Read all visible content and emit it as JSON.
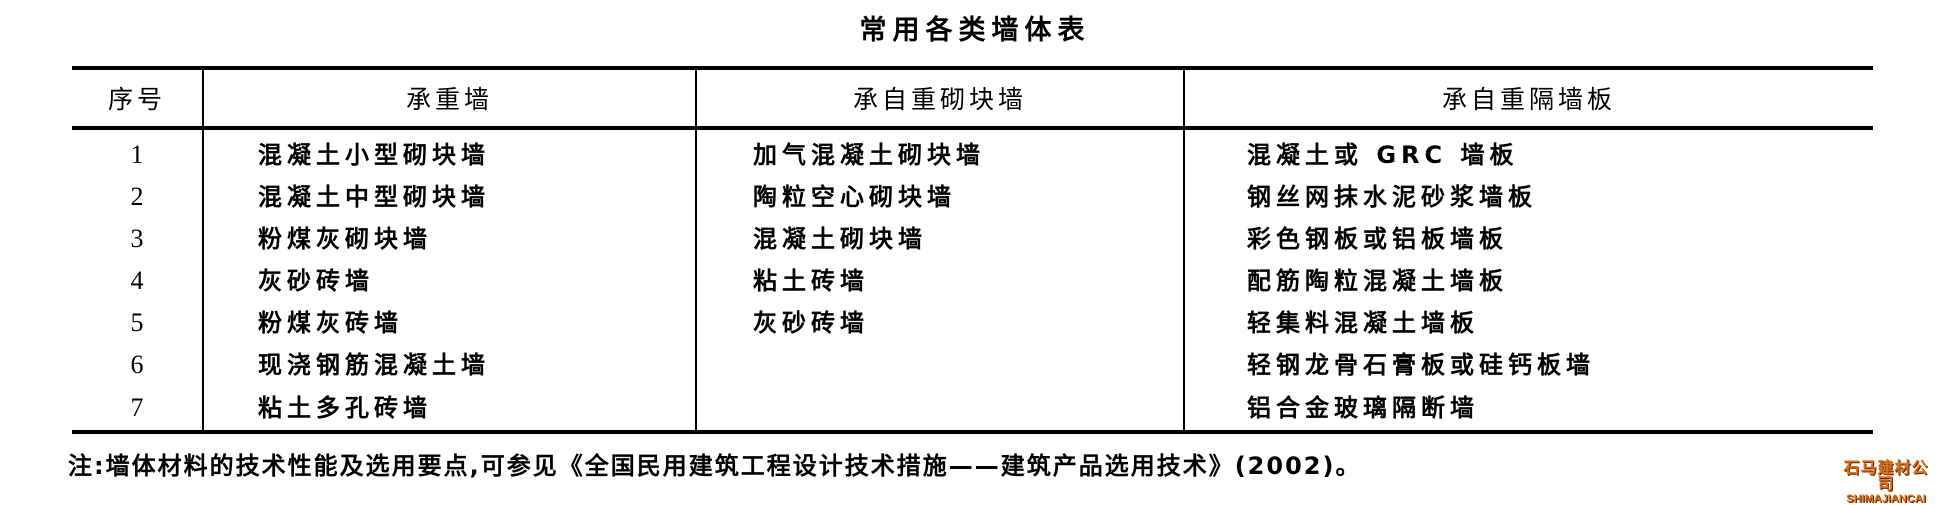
{
  "title": "常用各类墙体表",
  "table": {
    "headers": [
      "序号",
      "承重墙",
      "承自重砌块墙",
      "承自重隔墙板"
    ],
    "rows": [
      {
        "no": "1",
        "load_bearing": "混凝土小型砌块墙",
        "self_bearing_block": "加气混凝土砌块墙",
        "self_bearing_panel": "混凝土或 GRC 墙板"
      },
      {
        "no": "2",
        "load_bearing": "混凝土中型砌块墙",
        "self_bearing_block": "陶粒空心砌块墙",
        "self_bearing_panel": "钢丝网抹水泥砂浆墙板"
      },
      {
        "no": "3",
        "load_bearing": "粉煤灰砌块墙",
        "self_bearing_block": "混凝土砌块墙",
        "self_bearing_panel": "彩色钢板或铝板墙板"
      },
      {
        "no": "4",
        "load_bearing": "灰砂砖墙",
        "self_bearing_block": "粘土砖墙",
        "self_bearing_panel": "配筋陶粒混凝土墙板"
      },
      {
        "no": "5",
        "load_bearing": "粉煤灰砖墙",
        "self_bearing_block": "灰砂砖墙",
        "self_bearing_panel": "轻集料混凝土墙板"
      },
      {
        "no": "6",
        "load_bearing": "现浇钢筋混凝土墙",
        "self_bearing_block": "",
        "self_bearing_panel": "轻钢龙骨石膏板或硅钙板墙"
      },
      {
        "no": "7",
        "load_bearing": "粘土多孔砖墙",
        "self_bearing_block": "",
        "self_bearing_panel": "铝合金玻璃隔断墙"
      }
    ]
  },
  "note": "注:墙体材料的技术性能及选用要点,可参见《全国民用建筑工程设计技术措施——建筑产品选用技术》(2002)。",
  "watermark": {
    "cn": "石马建材公司",
    "en": "SHIMAJIANCAI",
    "color": "#e0701a"
  }
}
